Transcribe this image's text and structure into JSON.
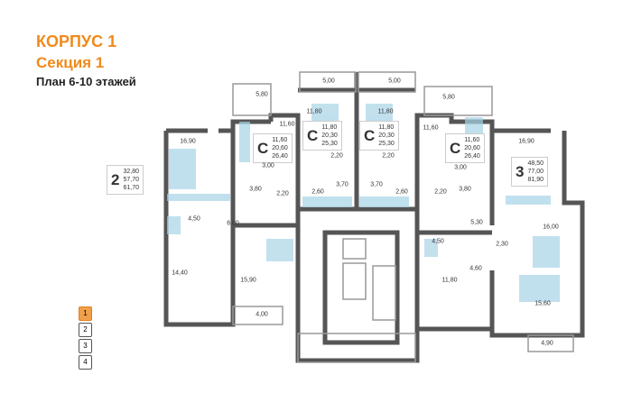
{
  "header": {
    "building": "КОРПУС 1",
    "section": "Секция 1",
    "plan": "План 6-10 этажей"
  },
  "apartments": [
    {
      "type": "2",
      "areas": [
        "32,80",
        "57,70",
        "61,70"
      ]
    },
    {
      "type": "С",
      "areas": [
        "11,60",
        "20,60",
        "26,40"
      ]
    },
    {
      "type": "С",
      "areas": [
        "11,80",
        "20,30",
        "25,30"
      ]
    },
    {
      "type": "С",
      "areas": [
        "11,80",
        "20,30",
        "25,30"
      ]
    },
    {
      "type": "С",
      "areas": [
        "11,60",
        "20,60",
        "26,40"
      ]
    },
    {
      "type": "3",
      "areas": [
        "48,50",
        "77,00",
        "81,90"
      ]
    }
  ],
  "rooms": [
    "5,80",
    "11,60",
    "16,90",
    "3,00",
    "3,80",
    "2,20",
    "4,50",
    "6,00",
    "14,40",
    "15,90",
    "4,00",
    "5,00",
    "5,00",
    "11,80",
    "11,80",
    "2,20",
    "2,20",
    "3,70",
    "3,70",
    "2,60",
    "2,60",
    "5,80",
    "11,60",
    "3,00",
    "3,80",
    "2,20",
    "16,90",
    "5,30",
    "16,00",
    "2,30",
    "4,60",
    "4,50",
    "11,80",
    "15,60",
    "4,90"
  ],
  "floors": [
    "1",
    "2",
    "3",
    "4"
  ],
  "colors": {
    "accent": "#f08a1c",
    "wall": "#555555",
    "furniture": "#a8d4e6"
  }
}
